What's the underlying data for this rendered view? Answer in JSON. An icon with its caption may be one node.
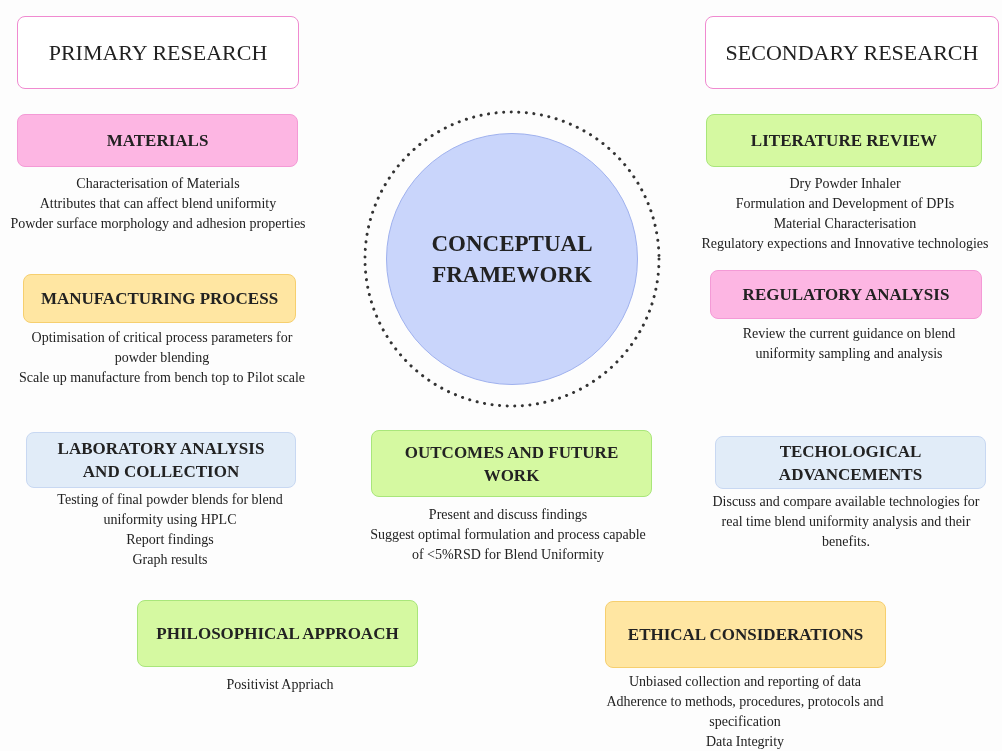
{
  "diagram": {
    "nodes": [
      {
        "text": [
          "PRIMARY RESEARCH"
        ]
      },
      {
        "text": [
          "SECONDARY RESEARCH"
        ]
      },
      {
        "text": [
          "MATERIALS"
        ],
        "beside": [
          "Characterisation of Materials",
          "Attributes that can affect blend uniformity",
          "Powder surface morphology and adhesion properties"
        ]
      },
      {
        "text": [
          "LITERATURE REVIEW"
        ],
        "beside": [
          "Dry Powder Inhaler",
          "Formulation and Development of DPIs",
          "Material Characterisation",
          "Regulatory expections and Innovative technologies"
        ]
      },
      {
        "text": [
          "CONCEPTUAL FRAMEWORK"
        ]
      },
      {
        "text": [
          "MANUFACTURING PROCESS"
        ],
        "beside": [
          "Optimisation of critical process parameters for powder blending",
          "Scale up manufacture from bench top to Pilot scale"
        ]
      },
      {
        "text": [
          "REGULATORY ANALYSIS"
        ],
        "beside": [
          "Review the current guidance on blend uniformity sampling and analysis"
        ]
      },
      {
        "text": [
          "LABORATORY ANALYSIS AND COLLECTION"
        ],
        "beside": [
          "Testing of final powder blends for blend uniformity using HPLC",
          "Report findings",
          "Graph results"
        ]
      },
      {
        "text": [
          "OUTCOMES AND FUTURE WORK"
        ],
        "beside": [
          "Present and discuss findings",
          "Suggest optimal formulation and process capable of <5%RSD for Blend Uniformity"
        ]
      },
      {
        "text": [
          "TECHOLOGICAL ADVANCEMENTS"
        ],
        "beside": [
          "Discuss and compare available technologies for real time blend uniformity analysis and their benefits."
        ]
      },
      {
        "text": [
          "PHILOSOPHICAL APPROACH"
        ],
        "beside": [
          "Positivist Appriach"
        ]
      },
      {
        "text": [
          "ETHICAL CONSIDERATIONS"
        ],
        "beside": [
          "Unbiased collection and reporting of data",
          "Adherence to methods, procedures, protocols and specification",
          "Data Integrity"
        ]
      }
    ]
  }
}
